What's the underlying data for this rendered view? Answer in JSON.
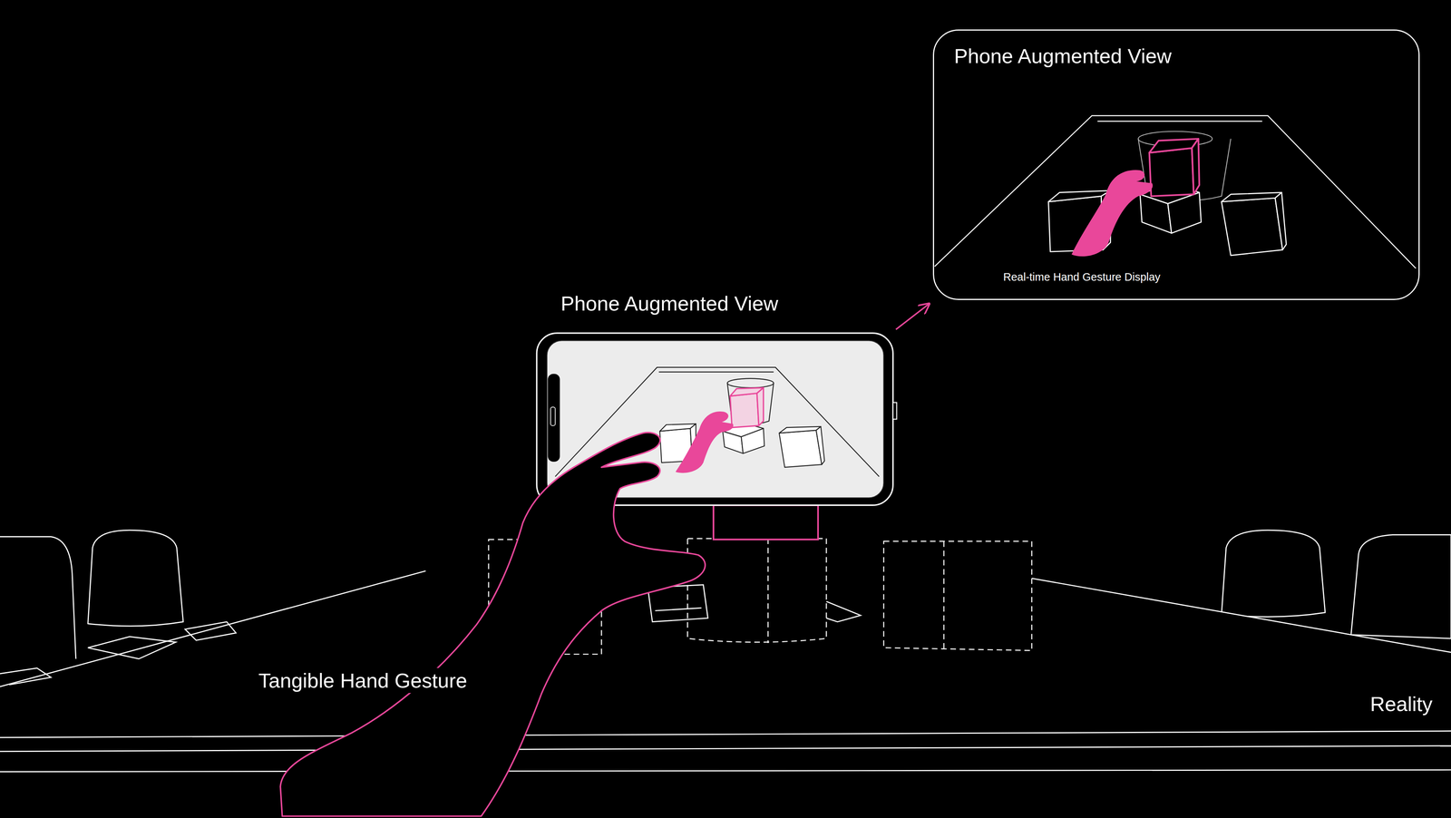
{
  "diagram": {
    "nodes": [
      {
        "text": [
          "Phone Augmented View",
          "Real-time Hand Gesture Display"
        ]
      },
      {
        "text": [
          "Phone Augmented View"
        ]
      }
    ],
    "edges": [
      {
        "from": 1,
        "to": 0,
        "arrow": "to"
      }
    ],
    "labels": [
      "Tangible Hand Gesture",
      "Reality"
    ]
  }
}
